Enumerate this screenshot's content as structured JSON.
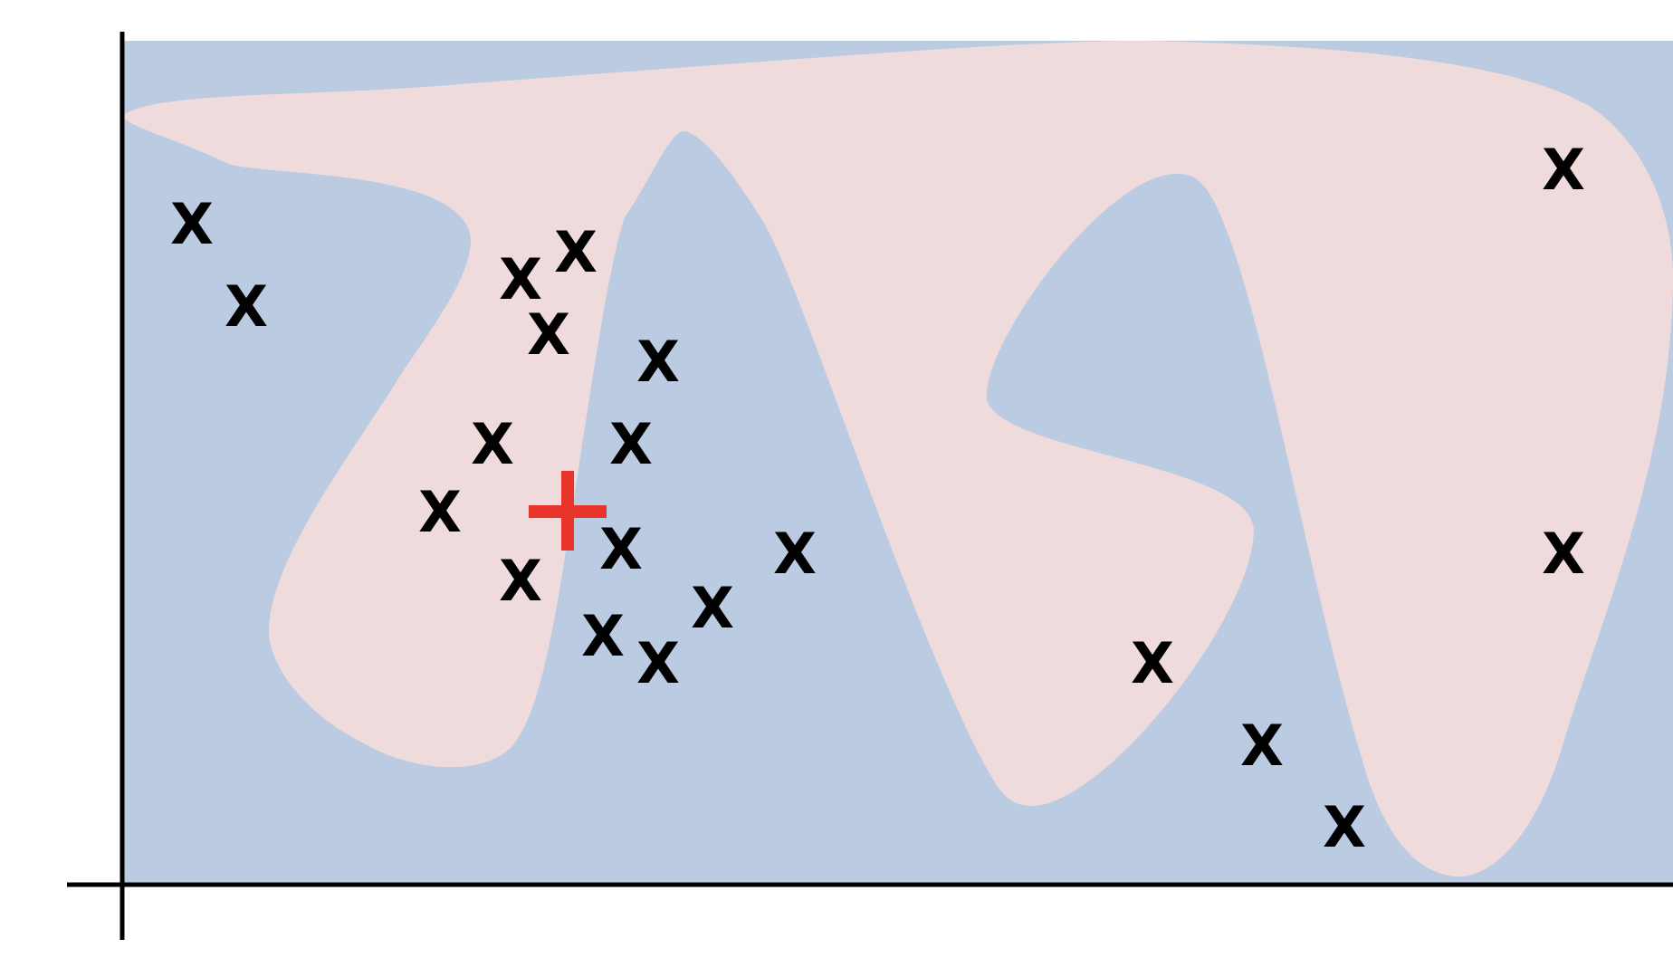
{
  "colors": {
    "background": "#ffffff",
    "region_outer": "#bacbe2",
    "region_inner": "#efdbdc",
    "axis": "#000000",
    "x_marker": "#000000",
    "plus_marker": "#e8342a"
  },
  "markers": {
    "x_glyph": "X",
    "x_points": [
      {
        "id": "x1"
      },
      {
        "id": "x2"
      },
      {
        "id": "x3"
      },
      {
        "id": "x4"
      },
      {
        "id": "x5"
      },
      {
        "id": "x6"
      },
      {
        "id": "x7"
      },
      {
        "id": "x8"
      },
      {
        "id": "x9"
      },
      {
        "id": "x10"
      },
      {
        "id": "x11"
      },
      {
        "id": "x12"
      },
      {
        "id": "x13"
      },
      {
        "id": "x14"
      },
      {
        "id": "x15"
      },
      {
        "id": "x16"
      },
      {
        "id": "x17"
      },
      {
        "id": "x18"
      },
      {
        "id": "x19"
      },
      {
        "id": "x20"
      }
    ],
    "plus_point": {
      "id": "plus1"
    }
  }
}
